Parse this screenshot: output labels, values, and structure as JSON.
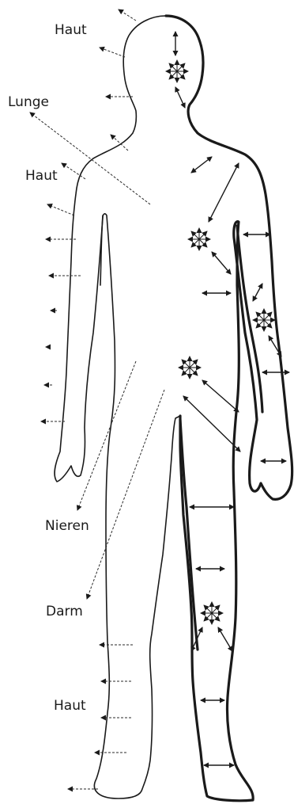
{
  "labels": {
    "haut_head": "Haut",
    "lunge": "Lunge",
    "haut_shoulder": "Haut",
    "nieren": "Nieren",
    "darm": "Darm",
    "haut_leg": "Haut"
  },
  "colors": {
    "ink": "#1a1a1a",
    "background": "#ffffff"
  }
}
